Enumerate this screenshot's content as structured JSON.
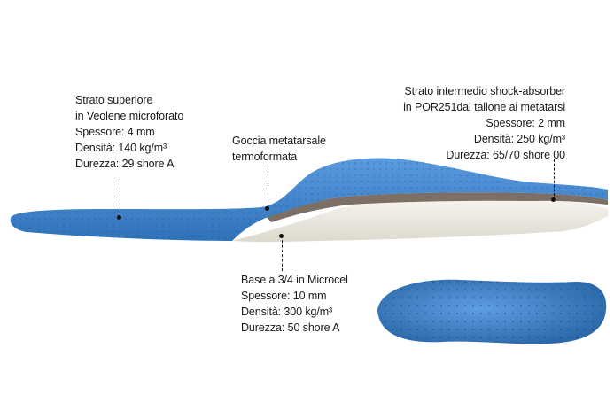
{
  "callouts": {
    "top_layer": {
      "lines": [
        "Strato superiore",
        "in Veolene microforato",
        "Spessore: 4 mm",
        "Densità: 140 kg/m³",
        "Durezza: 29 shore A"
      ]
    },
    "metatarsal_drop": {
      "lines": [
        "Goccia metatarsale",
        "termoformata"
      ]
    },
    "mid_layer": {
      "lines": [
        "Strato intermedio shock-absorber",
        "in POR251dal tallone ai metatarsi",
        "Spessore: 2 mm",
        "Densità: 250 kg/m³",
        "Durezza: 65/70 shore 00"
      ]
    },
    "base": {
      "lines": [
        "Base a 3/4 in Microcel",
        "Spessore: 10 mm",
        "Densità: 300 kg/m³",
        "Durezza: 50 shore A"
      ]
    }
  },
  "colors": {
    "top_layer": "#3f86cc",
    "mid_layer": "#7d6f66",
    "base": "#f1efe7",
    "text": "#1a1a1a"
  }
}
